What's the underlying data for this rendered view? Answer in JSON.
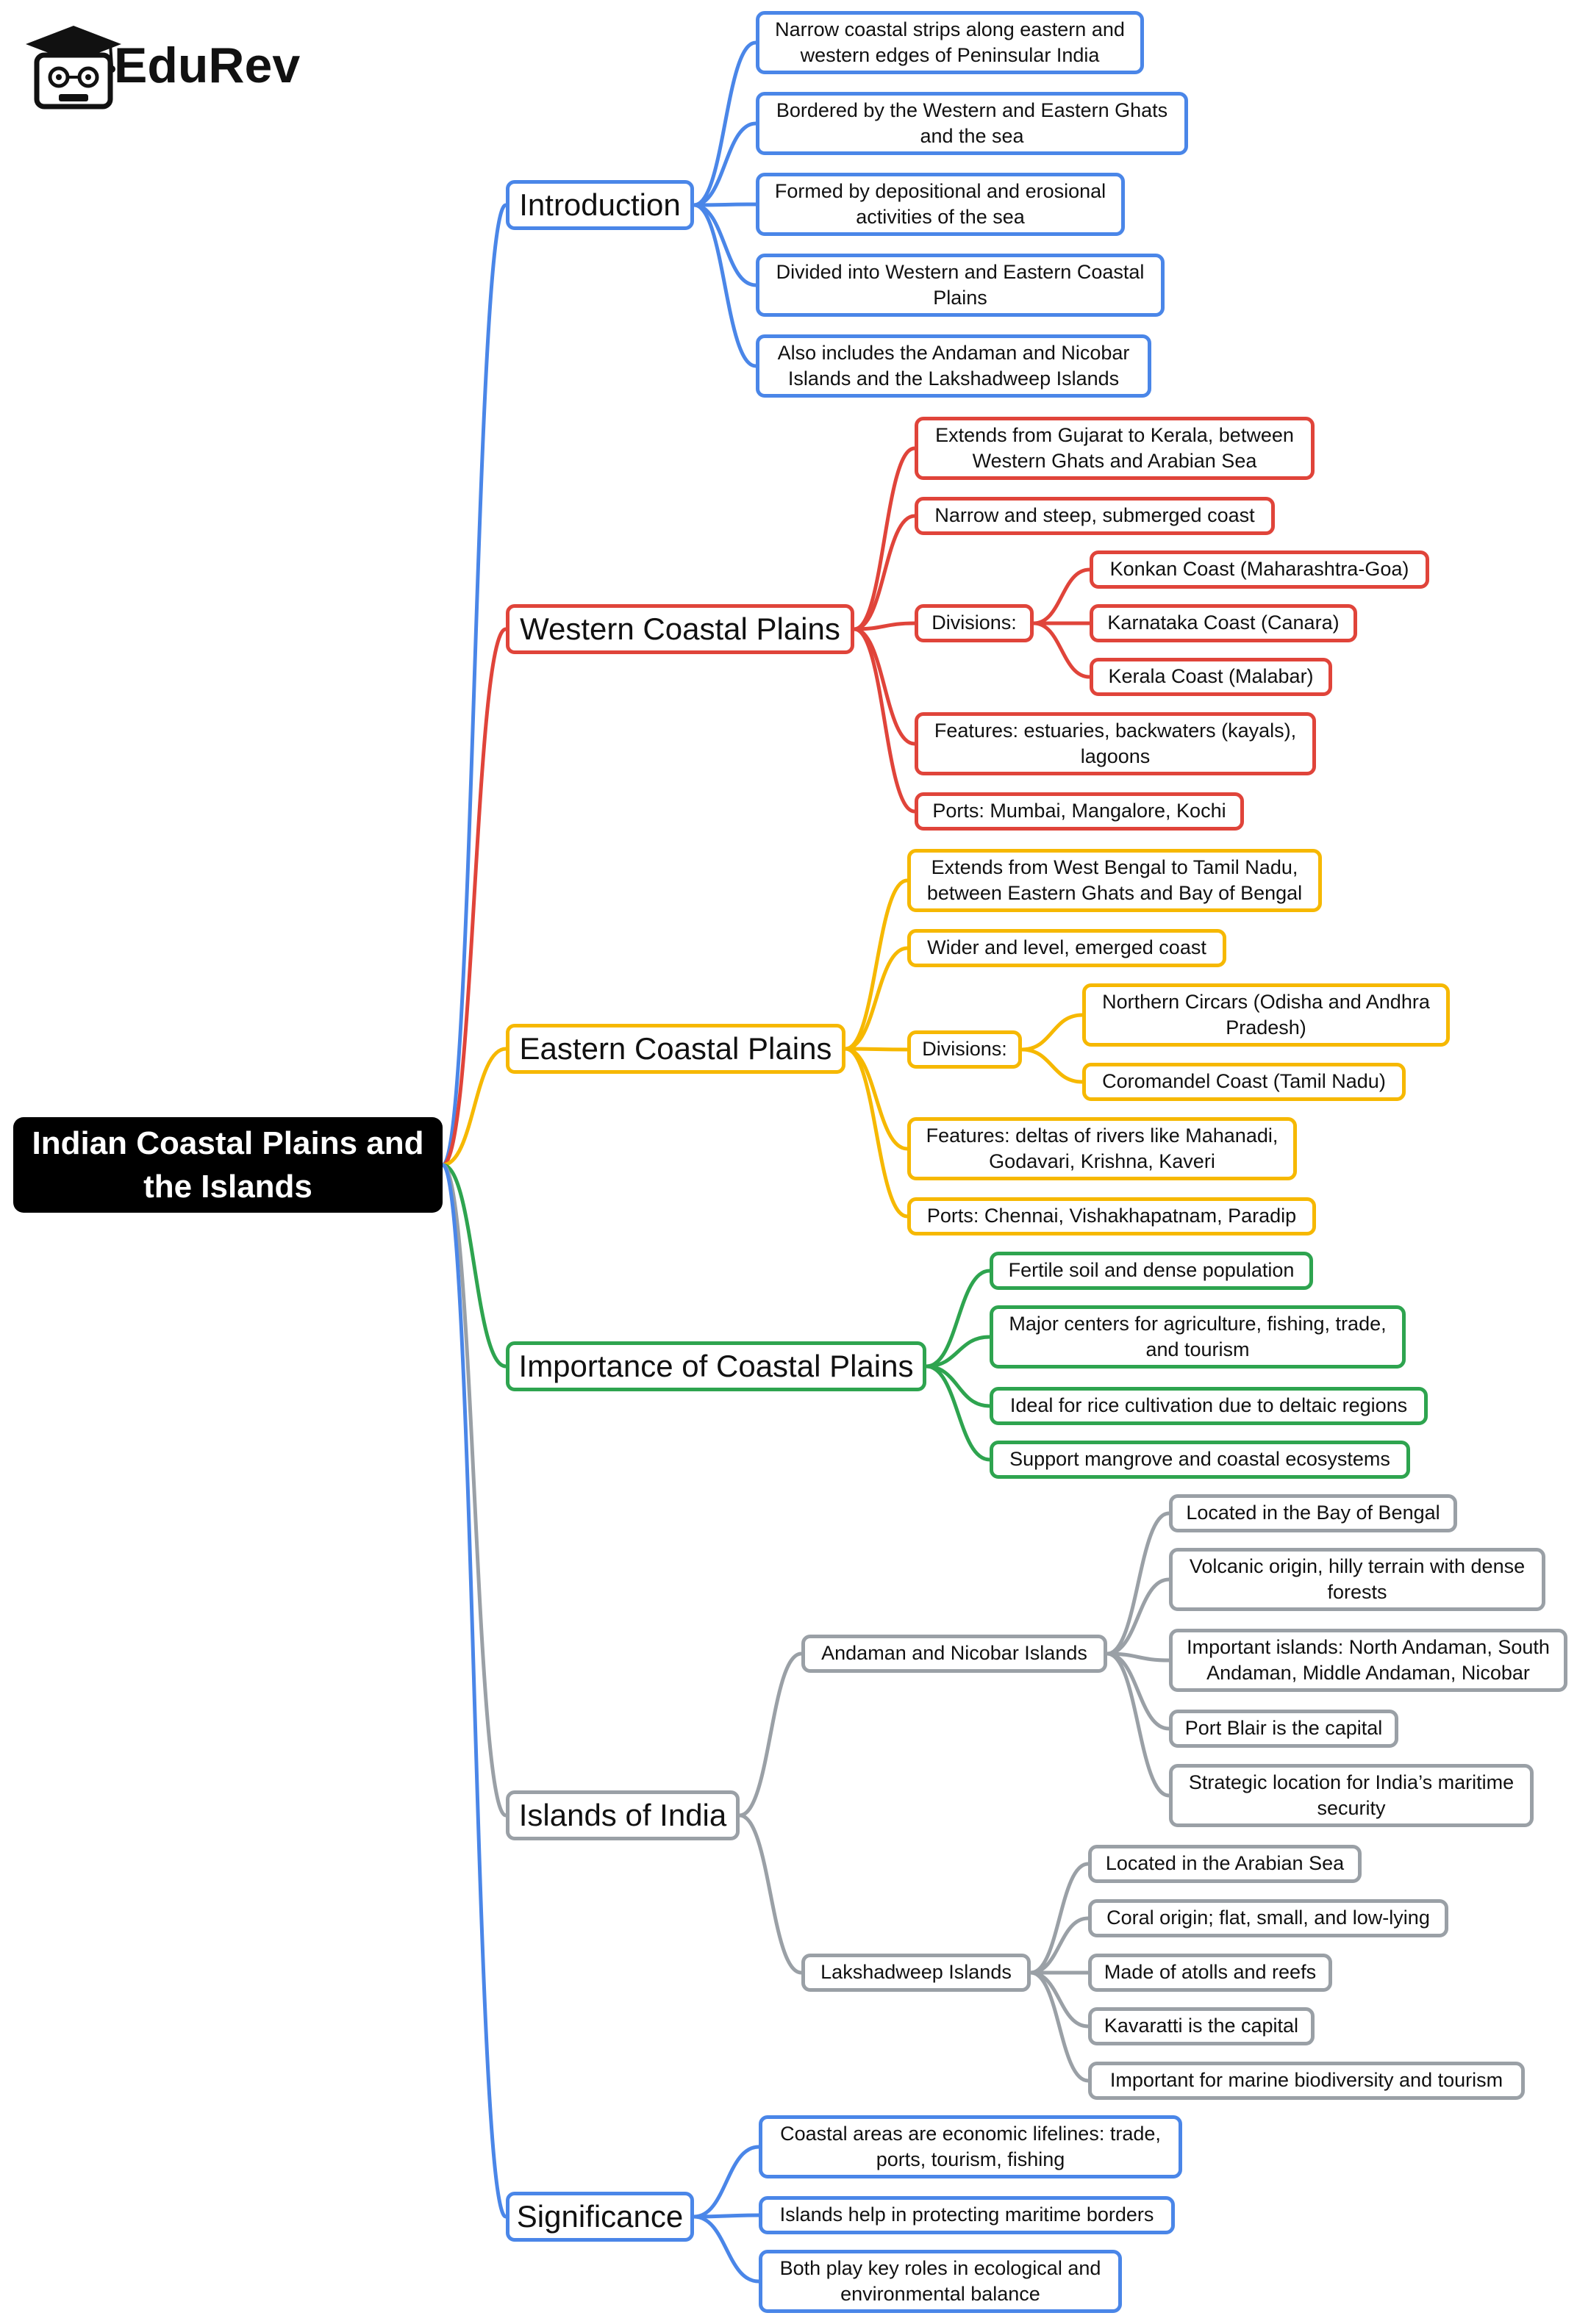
{
  "brand": {
    "name": "EduRev"
  },
  "colors": {
    "intro": "#4a86e8",
    "western": "#e0443a",
    "eastern": "#f6b800",
    "importance": "#2ea44f",
    "islands": "#9aa0a6",
    "significance": "#4a86e8"
  },
  "root": {
    "line1": "Indian Coastal Plains and",
    "line2": "the Islands"
  },
  "introduction": {
    "title": "Introduction",
    "items": [
      [
        "Narrow coastal strips along eastern and",
        "western edges of Peninsular India"
      ],
      [
        "Bordered by the Western and Eastern Ghats",
        "and the sea"
      ],
      [
        "Formed by depositional and erosional",
        "activities of the sea"
      ],
      [
        "Divided into Western and Eastern Coastal",
        "Plains"
      ],
      [
        "Also includes the Andaman and Nicobar",
        "Islands and the Lakshadweep Islands"
      ]
    ]
  },
  "western": {
    "title": "Western Coastal Plains",
    "item1": [
      "Extends from Gujarat to Kerala, between",
      "Western Ghats and Arabian Sea"
    ],
    "item2": "Narrow and steep, submerged coast",
    "divisions_label": "Divisions:",
    "divisions": [
      "Konkan Coast (Maharashtra-Goa)",
      "Karnataka Coast (Canara)",
      "Kerala Coast (Malabar)"
    ],
    "item4": [
      "Features: estuaries, backwaters (kayals),",
      "lagoons"
    ],
    "item5": "Ports: Mumbai, Mangalore, Kochi"
  },
  "eastern": {
    "title": "Eastern Coastal Plains",
    "item1": [
      "Extends from West Bengal to Tamil Nadu,",
      "between Eastern Ghats and Bay of Bengal"
    ],
    "item2": "Wider and level, emerged coast",
    "divisions_label": "Divisions:",
    "divisions": [
      [
        "Northern Circars (Odisha and Andhra",
        "Pradesh)"
      ],
      [
        "Coromandel Coast (Tamil Nadu)"
      ]
    ],
    "item4": [
      "Features: deltas of rivers like Mahanadi,",
      "Godavari, Krishna, Kaveri"
    ],
    "item5": "Ports: Chennai, Vishakhapatnam, Paradip"
  },
  "importance": {
    "title": "Importance of Coastal Plains",
    "items": [
      [
        "Fertile soil and dense population"
      ],
      [
        "Major centers for agriculture, fishing, trade,",
        "and tourism"
      ],
      [
        "Ideal for rice cultivation due to deltaic regions"
      ],
      [
        "Support mangrove and coastal ecosystems"
      ]
    ]
  },
  "islands": {
    "title": "Islands of India",
    "andaman": {
      "title": "Andaman and Nicobar Islands",
      "items": [
        [
          "Located in the Bay of Bengal"
        ],
        [
          "Volcanic origin, hilly terrain with dense",
          "forests"
        ],
        [
          "Important islands: North Andaman, South",
          "Andaman, Middle Andaman, Nicobar"
        ],
        [
          "Port Blair is the capital"
        ],
        [
          "Strategic location for India’s maritime",
          "security"
        ]
      ]
    },
    "lakshadweep": {
      "title": "Lakshadweep Islands",
      "items": [
        [
          "Located in the Arabian Sea"
        ],
        [
          "Coral origin; flat, small, and low-lying"
        ],
        [
          "Made of atolls and reefs"
        ],
        [
          "Kavaratti is the capital"
        ],
        [
          "Important for marine biodiversity and tourism"
        ]
      ]
    }
  },
  "significance": {
    "title": "Significance",
    "items": [
      [
        "Coastal areas are economic lifelines: trade,",
        "ports, tourism, fishing"
      ],
      [
        "Islands help in protecting maritime borders"
      ],
      [
        "Both play key roles in ecological and",
        "environmental balance"
      ]
    ]
  }
}
